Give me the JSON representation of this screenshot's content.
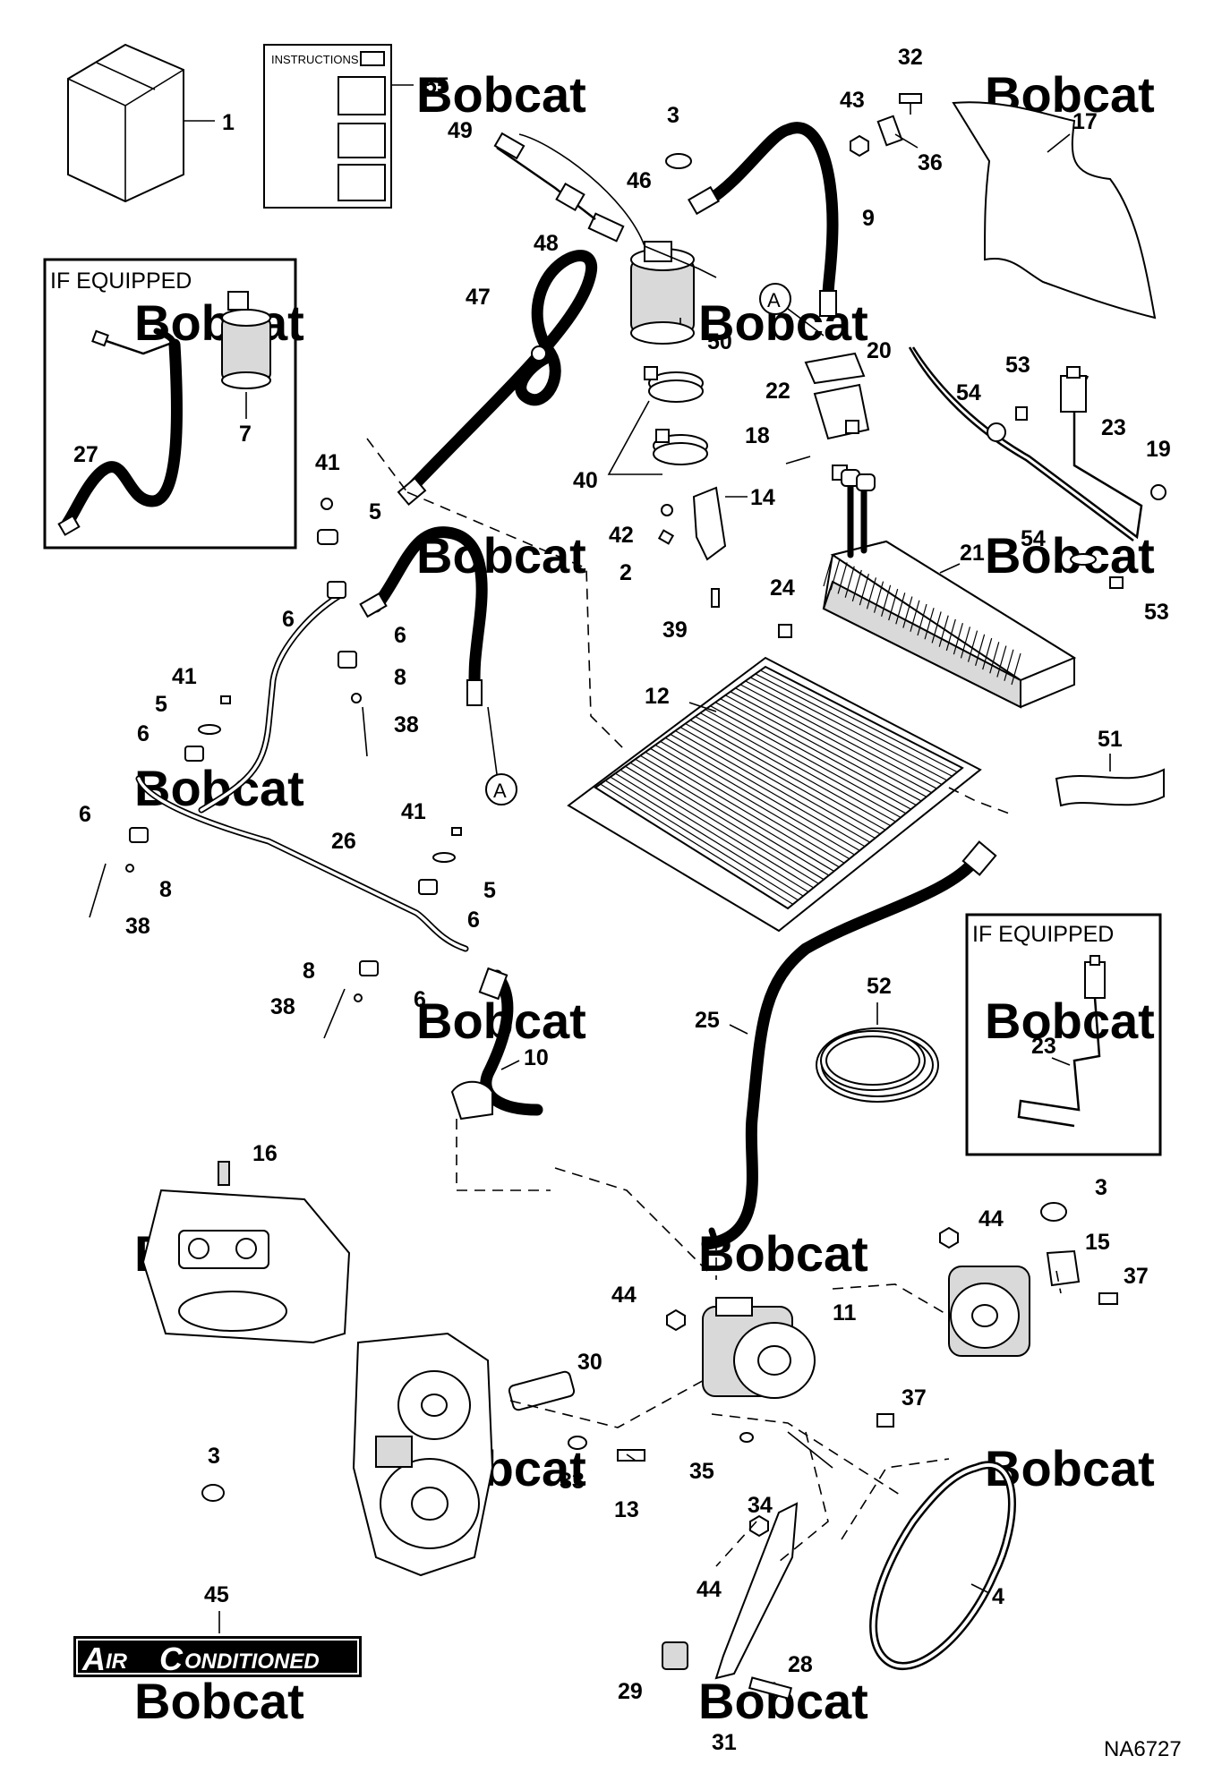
{
  "diagram": {
    "code": "NA6727",
    "watermark": "Bobcat",
    "instructions_label": "INSTRUCTIONS",
    "if_equipped_top": "IF EQUIPPED",
    "if_equipped_bottom": "IF EQUIPPED",
    "badge_first": "A",
    "badge_rest1": "IR ",
    "badge_second": "C",
    "badge_rest2": "ONDITIONED",
    "connector_a_top": "A",
    "connector_a_bottom": "A",
    "callouts": [
      {
        "id": "c1",
        "label": "1"
      },
      {
        "id": "c55",
        "label": "55"
      },
      {
        "id": "c49",
        "label": "49"
      },
      {
        "id": "c3a",
        "label": "3"
      },
      {
        "id": "c46",
        "label": "46"
      },
      {
        "id": "c48",
        "label": "48"
      },
      {
        "id": "c32",
        "label": "32"
      },
      {
        "id": "c43",
        "label": "43"
      },
      {
        "id": "c36",
        "label": "36"
      },
      {
        "id": "c17",
        "label": "17"
      },
      {
        "id": "c9",
        "label": "9"
      },
      {
        "id": "c47",
        "label": "47"
      },
      {
        "id": "c50",
        "label": "50"
      },
      {
        "id": "c20",
        "label": "20"
      },
      {
        "id": "c22",
        "label": "22"
      },
      {
        "id": "c53a",
        "label": "53"
      },
      {
        "id": "c54a",
        "label": "54"
      },
      {
        "id": "c23a",
        "label": "23"
      },
      {
        "id": "c18",
        "label": "18"
      },
      {
        "id": "c19",
        "label": "19"
      },
      {
        "id": "c7",
        "label": "7"
      },
      {
        "id": "c27",
        "label": "27"
      },
      {
        "id": "c41a",
        "label": "41"
      },
      {
        "id": "c40",
        "label": "40"
      },
      {
        "id": "c14",
        "label": "14"
      },
      {
        "id": "c5a",
        "label": "5"
      },
      {
        "id": "c42",
        "label": "42"
      },
      {
        "id": "c2",
        "label": "2"
      },
      {
        "id": "c54b",
        "label": "54"
      },
      {
        "id": "c21",
        "label": "21"
      },
      {
        "id": "c53b",
        "label": "53"
      },
      {
        "id": "c6a",
        "label": "6"
      },
      {
        "id": "c6b",
        "label": "6"
      },
      {
        "id": "c39",
        "label": "39"
      },
      {
        "id": "c24",
        "label": "24"
      },
      {
        "id": "c41b",
        "label": "41"
      },
      {
        "id": "c8a",
        "label": "8"
      },
      {
        "id": "c5b",
        "label": "5"
      },
      {
        "id": "c12",
        "label": "12"
      },
      {
        "id": "c6c",
        "label": "6"
      },
      {
        "id": "c38a",
        "label": "38"
      },
      {
        "id": "c51",
        "label": "51"
      },
      {
        "id": "c6d",
        "label": "6"
      },
      {
        "id": "c41c",
        "label": "41"
      },
      {
        "id": "c26",
        "label": "26"
      },
      {
        "id": "c8b",
        "label": "8"
      },
      {
        "id": "c5c",
        "label": "5"
      },
      {
        "id": "c38b",
        "label": "38"
      },
      {
        "id": "c6e",
        "label": "6"
      },
      {
        "id": "c8c",
        "label": "8"
      },
      {
        "id": "c6f",
        "label": "6"
      },
      {
        "id": "c38c",
        "label": "38"
      },
      {
        "id": "c52",
        "label": "52"
      },
      {
        "id": "c25",
        "label": "25"
      },
      {
        "id": "c23b",
        "label": "23"
      },
      {
        "id": "c10",
        "label": "10"
      },
      {
        "id": "c16",
        "label": "16"
      },
      {
        "id": "c3b",
        "label": "3"
      },
      {
        "id": "c44a",
        "label": "44"
      },
      {
        "id": "c15",
        "label": "15"
      },
      {
        "id": "c37a",
        "label": "37"
      },
      {
        "id": "c44b",
        "label": "44"
      },
      {
        "id": "c11",
        "label": "11"
      },
      {
        "id": "c30",
        "label": "30"
      },
      {
        "id": "c37b",
        "label": "37"
      },
      {
        "id": "c3c",
        "label": "3"
      },
      {
        "id": "c33",
        "label": "33"
      },
      {
        "id": "c13",
        "label": "13"
      },
      {
        "id": "c35",
        "label": "35"
      },
      {
        "id": "c34",
        "label": "34"
      },
      {
        "id": "c4",
        "label": "4"
      },
      {
        "id": "c45",
        "label": "45"
      },
      {
        "id": "c44c",
        "label": "44"
      },
      {
        "id": "c28",
        "label": "28"
      },
      {
        "id": "c29",
        "label": "29"
      },
      {
        "id": "c31",
        "label": "31"
      }
    ]
  }
}
